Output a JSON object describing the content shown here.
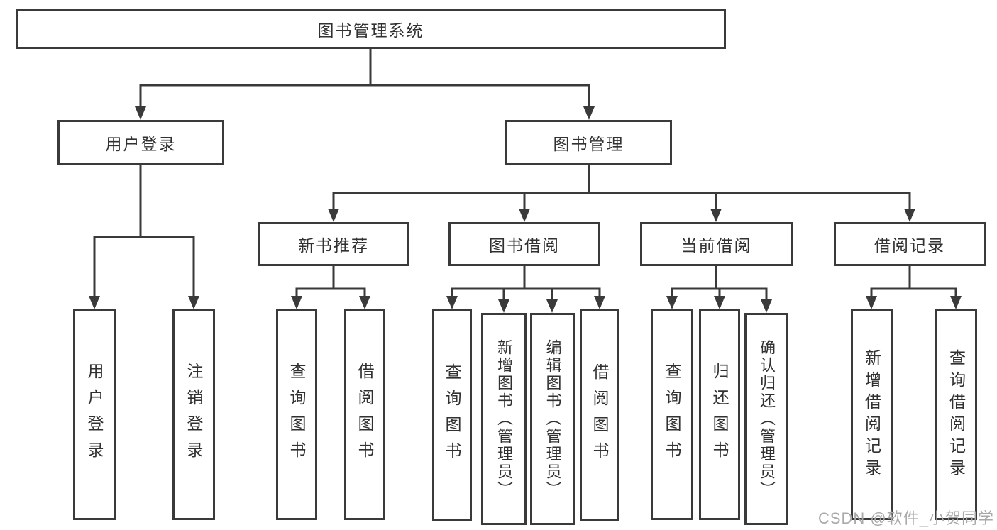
{
  "tree": {
    "root": {
      "label": "图书管理系统"
    },
    "children": {
      "user_login": {
        "label": "用户登录",
        "children": {
          "login": {
            "label": "用户登录"
          },
          "logout": {
            "label": "注销登录"
          }
        }
      },
      "book_mgmt": {
        "label": "图书管理",
        "children": {
          "new_book_rec": {
            "label": "新书推荐",
            "children": {
              "query_book": {
                "label": "查询图书"
              },
              "borrow_book": {
                "label": "借阅图书"
              }
            }
          },
          "book_borrow": {
            "label": "图书借阅",
            "children": {
              "query_book": {
                "label": "查询图书"
              },
              "add_book": {
                "label": "新增图书（管理员）"
              },
              "edit_book": {
                "label": "编辑图书（管理员）"
              },
              "borrow_book": {
                "label": "借阅图书"
              }
            }
          },
          "current_borrow": {
            "label": "当前借阅",
            "children": {
              "query_book": {
                "label": "查询图书"
              },
              "return_book": {
                "label": "归还图书"
              },
              "confirm_return": {
                "label": "确认归还（管理员）"
              }
            }
          },
          "borrow_record": {
            "label": "借阅记录",
            "children": {
              "add_record": {
                "label": "新增借阅记录"
              },
              "query_record": {
                "label": "查询借阅记录"
              }
            }
          }
        }
      }
    }
  },
  "watermark": {
    "text": "CSDN @软件_小贺同学"
  },
  "colors": {
    "line": "#3a3a3a",
    "border": "#3a3a3a",
    "text": "#313131",
    "watermark": "#a9a9a9",
    "background": "#ffffff"
  }
}
